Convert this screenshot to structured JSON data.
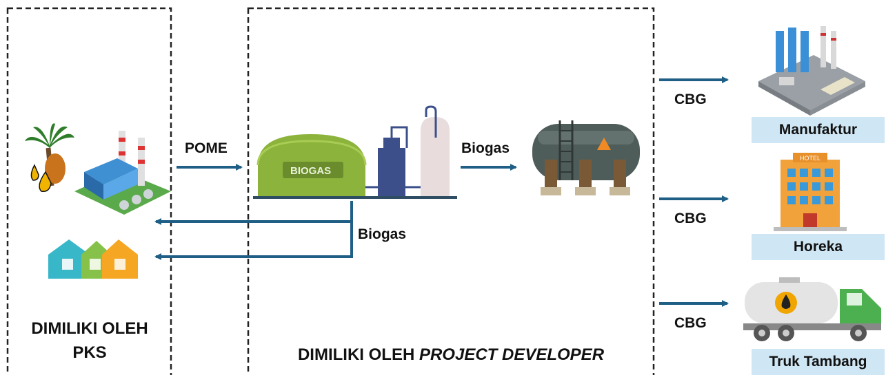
{
  "regions": {
    "pks": {
      "title_line1": "DIMILIKI OLEH",
      "title_line2": "PKS"
    },
    "developer": {
      "title_prefix": "DIMILIKI OLEH ",
      "title_italic": "PROJECT DEVELOPER"
    }
  },
  "flows": {
    "pome": "POME",
    "biogas_to_tank": "Biogas",
    "biogas_return": "Biogas",
    "cbg_1": "CBG",
    "cbg_2": "CBG",
    "cbg_3": "CBG"
  },
  "equipment": {
    "digester_text": "BIOGAS"
  },
  "destinations": {
    "manufaktur": "Manufaktur",
    "horeka": "Horeka",
    "truk": "Truk Tambang"
  },
  "colors": {
    "arrow": "#1f5f86",
    "label_bg": "#cfe6f4",
    "digester": "#8cb33b",
    "tank": "#4f5d5a"
  },
  "icons": [
    "palm-oil-icon",
    "factory-icon",
    "houses-icon",
    "biogas-digester-icon",
    "storage-tank-icon",
    "manufacturing-plant-icon",
    "hotel-icon",
    "tanker-truck-icon"
  ]
}
